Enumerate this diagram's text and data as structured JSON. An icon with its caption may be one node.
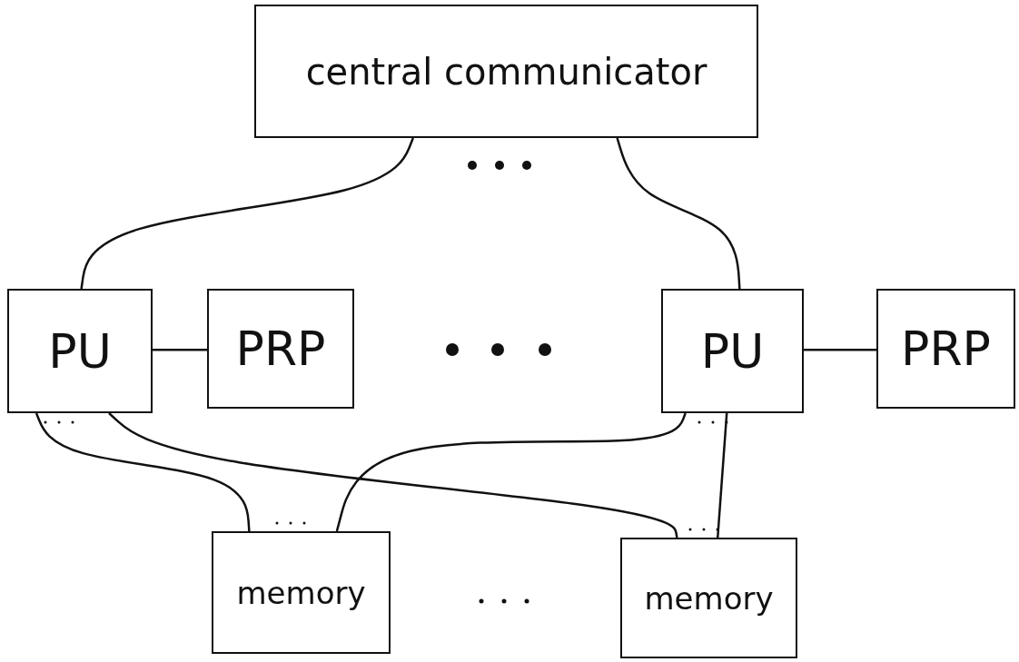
{
  "diagram": {
    "nodes": [
      {
        "text": [
          "central communicator"
        ]
      },
      {
        "text": [
          "PU"
        ]
      },
      {
        "text": [
          "PRP"
        ]
      },
      {
        "text": [
          "PU"
        ]
      },
      {
        "text": [
          "PRP"
        ]
      },
      {
        "text": [
          "memory"
        ]
      },
      {
        "text": [
          "memory"
        ]
      }
    ],
    "edges": [
      {
        "from": 0,
        "to": 1,
        "arrow": "none"
      },
      {
        "from": 0,
        "to": 3,
        "arrow": "none"
      },
      {
        "from": 1,
        "to": 2,
        "arrow": "none"
      },
      {
        "from": 3,
        "to": 4,
        "arrow": "none"
      },
      {
        "from": 1,
        "to": 5,
        "arrow": "none"
      },
      {
        "from": 1,
        "to": 6,
        "arrow": "none"
      },
      {
        "from": 3,
        "to": 5,
        "arrow": "none"
      },
      {
        "from": 3,
        "to": 6,
        "arrow": "none"
      }
    ]
  }
}
